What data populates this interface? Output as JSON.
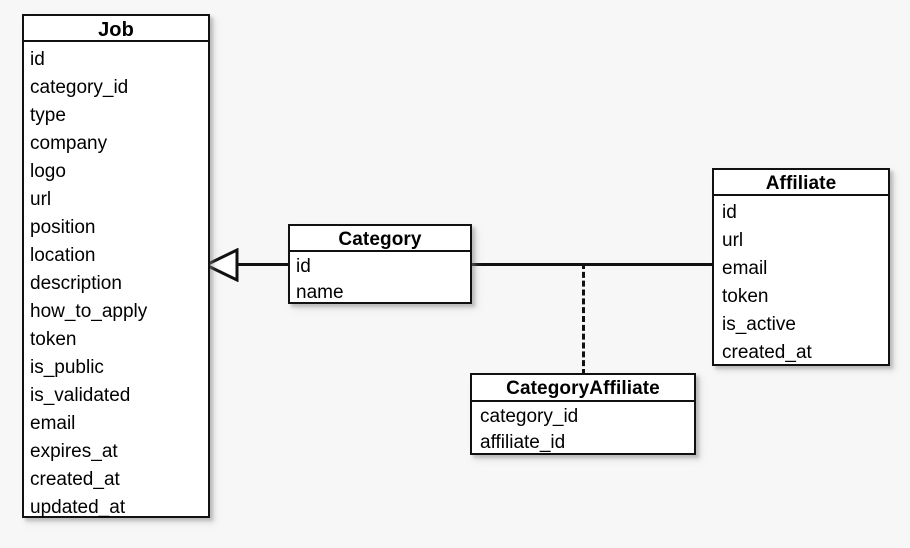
{
  "diagram": {
    "type": "class-diagram",
    "background_color": "#f7f7f7",
    "line_color": "#111111",
    "box_fill_color": "#ffffff",
    "entities": [
      {
        "id": "job",
        "title": "Job",
        "fields": [
          "id",
          "category_id",
          "type",
          "company",
          "logo",
          "url",
          "position",
          "location",
          "description",
          "how_to_apply",
          "token",
          "is_public",
          "is_validated",
          "email",
          "expires_at",
          "created_at",
          "updated_at"
        ]
      },
      {
        "id": "category",
        "title": "Category",
        "fields": [
          "id",
          "name"
        ]
      },
      {
        "id": "affiliate",
        "title": "Affiliate",
        "fields": [
          "id",
          "url",
          "email",
          "token",
          "is_active",
          "created_at"
        ]
      },
      {
        "id": "category_affiliate",
        "title": "CategoryAffiliate",
        "fields": [
          "category_id",
          "affiliate_id"
        ]
      }
    ],
    "relationships": [
      {
        "id": "job-category",
        "from": "category",
        "to": "job",
        "style": "solid",
        "end_marker": "hollow-triangle-arrow"
      },
      {
        "id": "category-affiliate",
        "from": "category",
        "to": "affiliate",
        "style": "solid",
        "end_marker": "none"
      },
      {
        "id": "association-class-link",
        "from": "category-affiliate-association",
        "to": "category_affiliate",
        "style": "dashed",
        "end_marker": "none"
      }
    ]
  }
}
